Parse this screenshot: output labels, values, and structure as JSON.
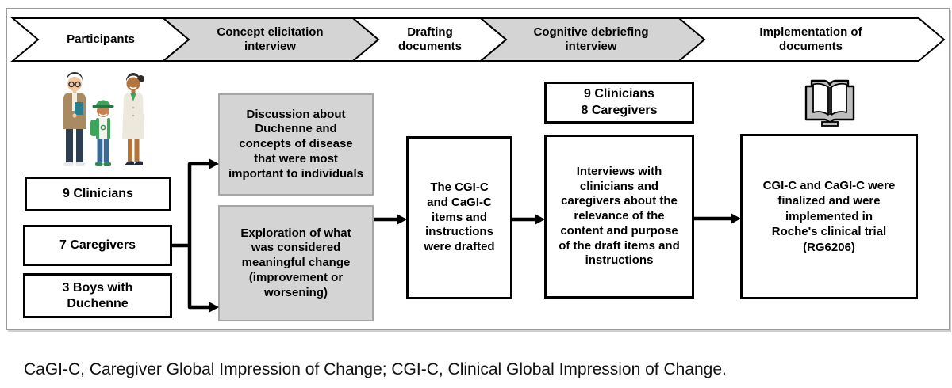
{
  "figure": {
    "stages": [
      {
        "label": "Participants",
        "variant": "white"
      },
      {
        "label": "Concept elicitation interview",
        "variant": "gray"
      },
      {
        "label": "Drafting documents",
        "variant": "white"
      },
      {
        "label": "Cognitive debriefing interview",
        "variant": "gray"
      },
      {
        "label": "Implementation of documents",
        "variant": "white"
      }
    ],
    "participants_column": {
      "illustration": "caregiver-boy-clinician-illustration",
      "boxes": [
        {
          "label": "9 Clinicians"
        },
        {
          "label": "7 Caregivers"
        },
        {
          "label": "3 Boys with Duchenne"
        }
      ]
    },
    "concept_elicitation_column": {
      "boxes": [
        {
          "text": "Discussion about Duchenne and concepts of disease that were most important to individuals"
        },
        {
          "text": "Exploration of what was considered meaningful change (improvement or worsening)"
        }
      ]
    },
    "drafting_column": {
      "box": "The CGI-C and CaGI-C items and instructions were drafted"
    },
    "cognitive_debriefing_column": {
      "counts_box": {
        "line1": "9 Clinicians",
        "line2": "8 Caregivers"
      },
      "box": "Interviews with clinicians and caregivers about the relevance of the content and purpose of the draft items and instructions"
    },
    "implementation_column": {
      "icon": "open-book-icon",
      "box": "CGI-C and CaGI-C were finalized and were implemented in Roche's clinical trial (RG6206)"
    },
    "colors": {
      "stage_gray_fill": "#d4d4d4",
      "gray_box_border": "#a6a6a6",
      "box_border": "#000000",
      "frame_border": "#9b9b9b"
    }
  },
  "footnote": "CaGI-C, Caregiver Global Impression of Change; CGI-C, Clinical Global Impression of Change."
}
